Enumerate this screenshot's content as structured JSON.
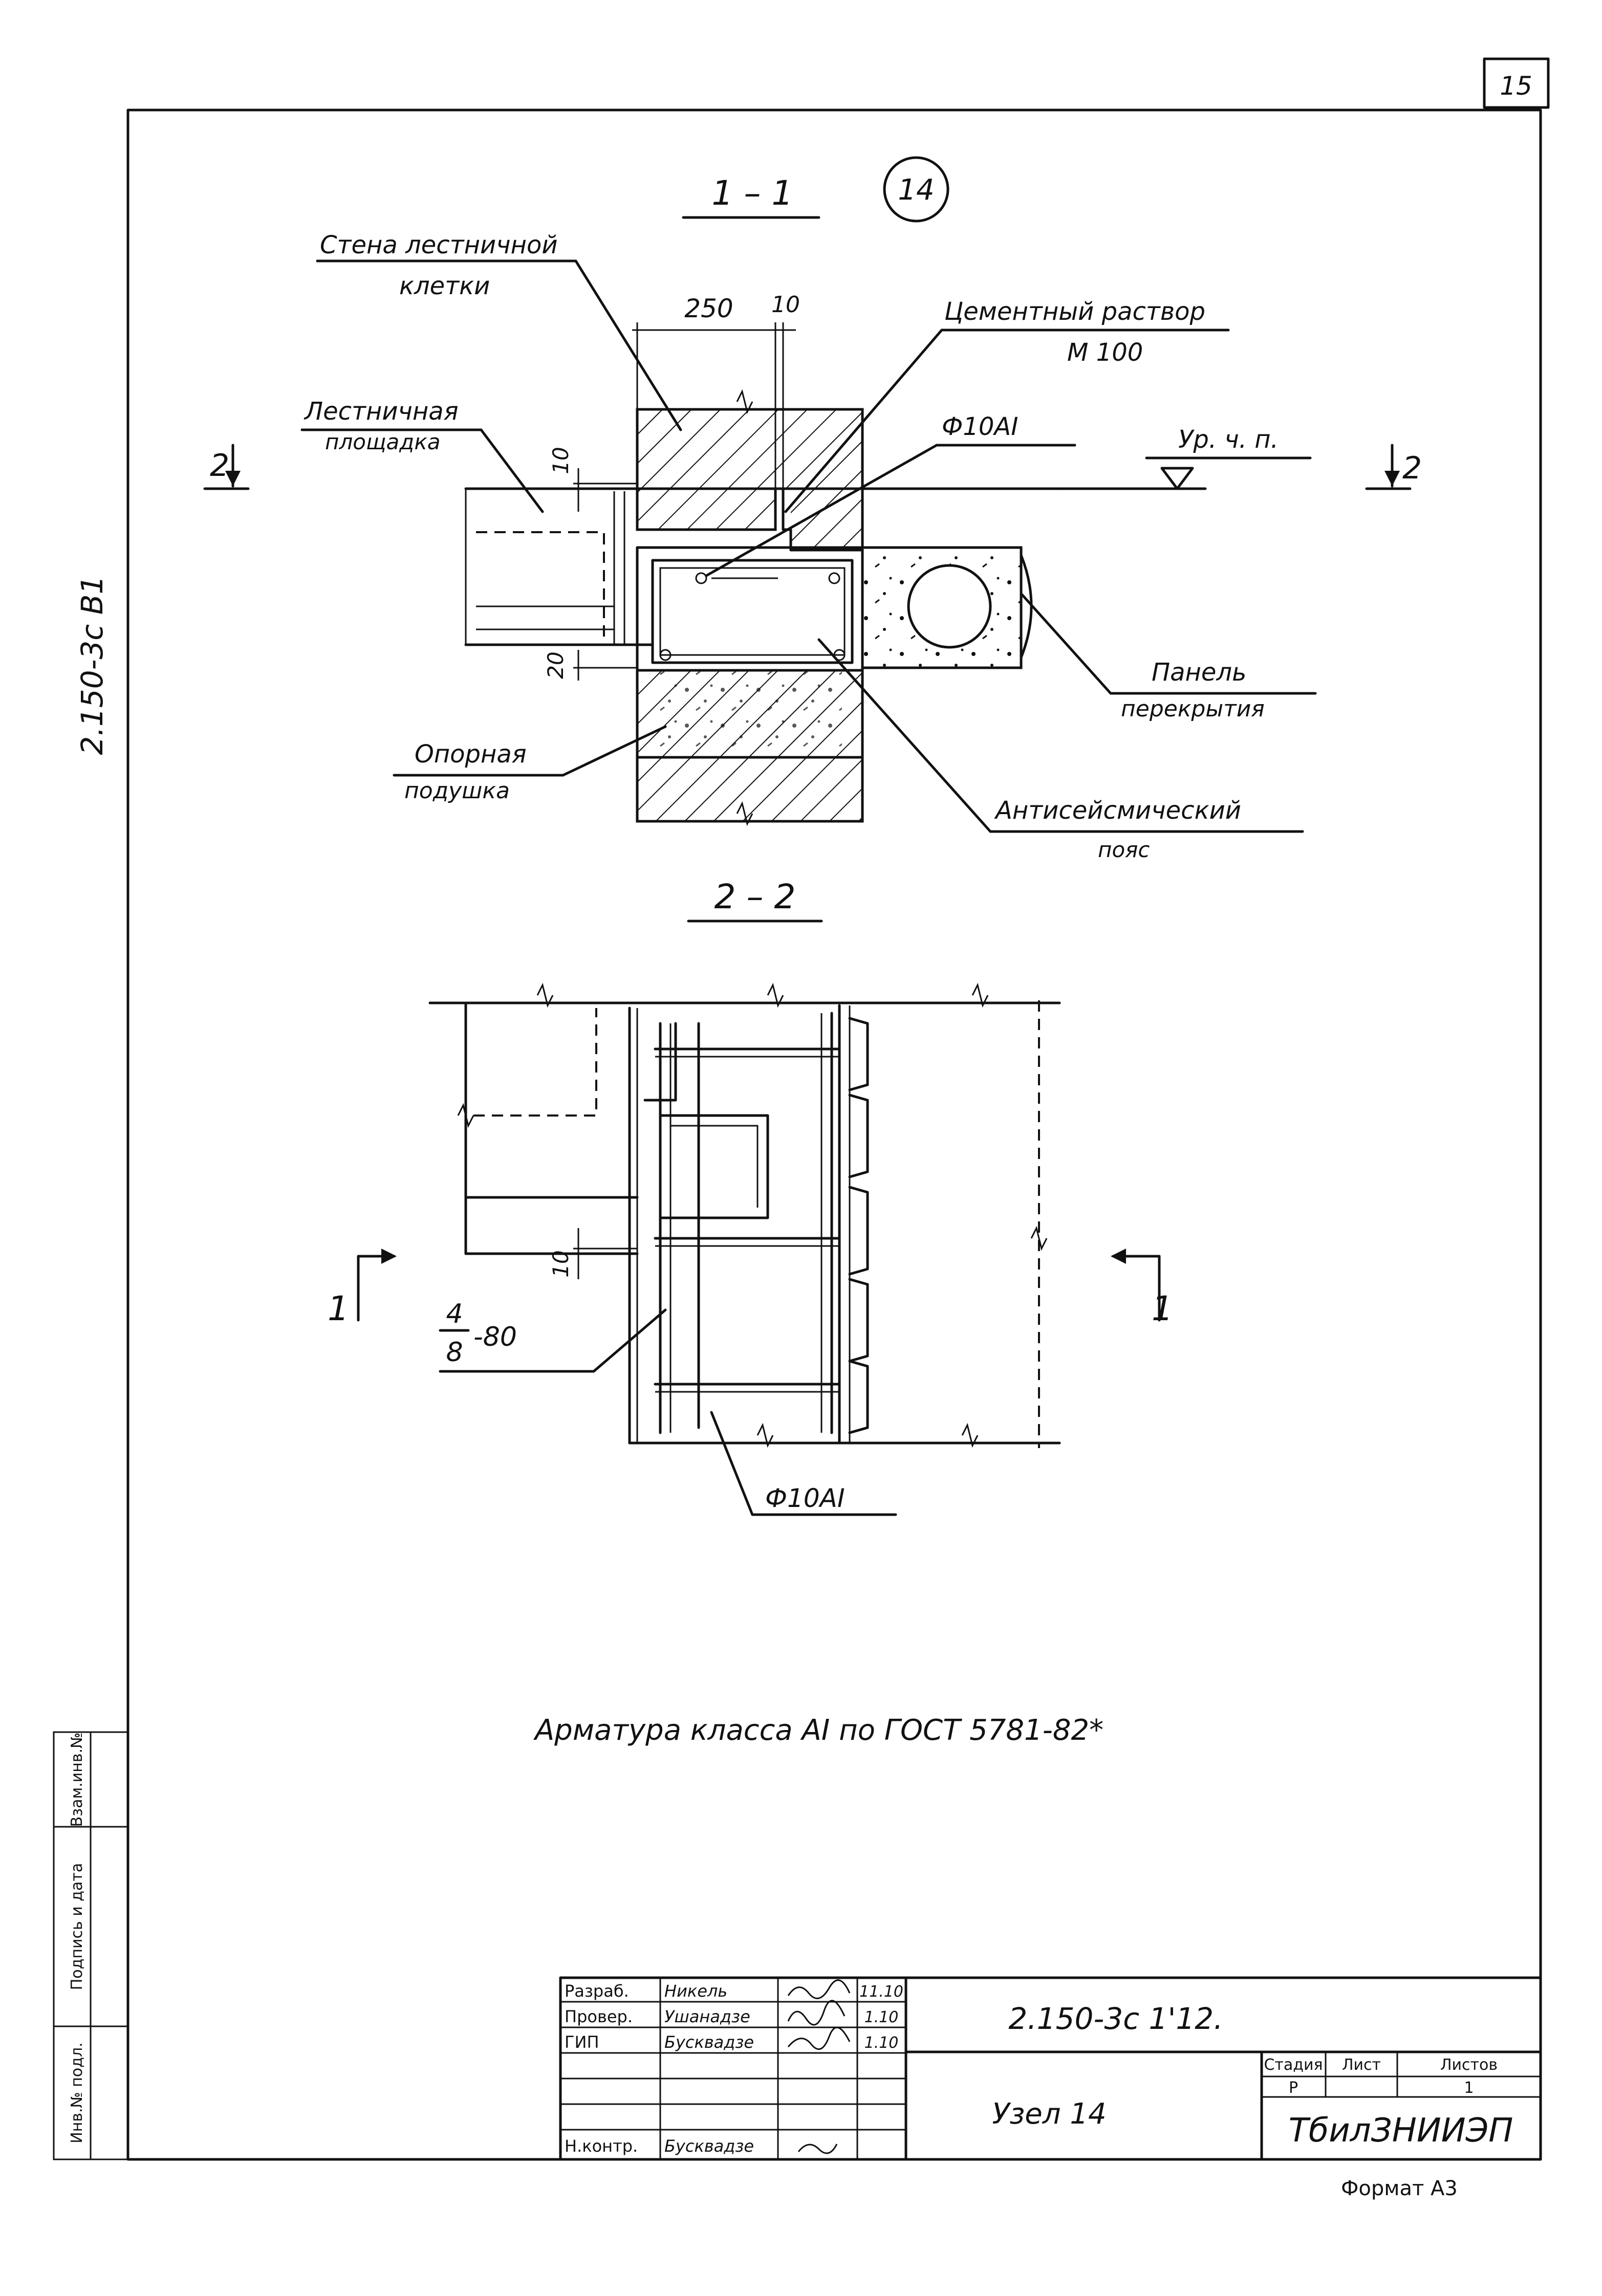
{
  "sheet_number": "15",
  "node_circle_label": "14",
  "margin_code": "2.150-3c B1",
  "section_1_1": {
    "title": "1 – 1",
    "labels": {
      "wall": [
        "Стена лестничной",
        "клетки"
      ],
      "landing": [
        "Лестничная",
        "площадка"
      ],
      "mortar": [
        "Цементный раствор",
        "М 100"
      ],
      "rebar": "Ф10АI",
      "level": "Ур. ч. п.",
      "panel": [
        "Панель",
        "перекрытия"
      ],
      "cushion": [
        "Опорная",
        "подушка"
      ],
      "belt": [
        "Антисейсмический",
        "пояс"
      ]
    },
    "dims": {
      "d250": "250",
      "d10_top": "10",
      "d10_side": "10",
      "d20": "20"
    },
    "cut_marks": {
      "left": "2",
      "right": "2"
    }
  },
  "section_2_2": {
    "title": "2 – 2",
    "cut_marks": {
      "left": "1",
      "right": "1"
    },
    "dim_10": "10",
    "spacing_num": "4",
    "spacing_den": "8",
    "spacing_val": "-80",
    "rebar": "Ф10АI"
  },
  "note": "Арматура класса АI по ГОСТ 5781-82*",
  "side_stamp": [
    "Инв.№ подл.",
    "Подпись и дата",
    "Взам.инв.№"
  ],
  "title_block": {
    "roles": [
      "Разраб.",
      "Провер.",
      "ГИП",
      "",
      "",
      "",
      "Н.контр."
    ],
    "names": [
      "Никель",
      "Ушанадзе",
      "Бусквадзе",
      "",
      "",
      "",
      "Бусквадзе"
    ],
    "dates": [
      "11.10",
      "1.10",
      "1.10",
      "",
      "",
      "",
      ""
    ],
    "doc_code": "2.150-3с 1'12.",
    "item_title": "Узел 14",
    "stage_header": "Стадия",
    "sheet_header": "Лист",
    "sheets_header": "Листов",
    "stage_value": "Р",
    "sheets_value": "1",
    "organization": "ТбилЗНИИЭП"
  },
  "format": "Формат А3"
}
